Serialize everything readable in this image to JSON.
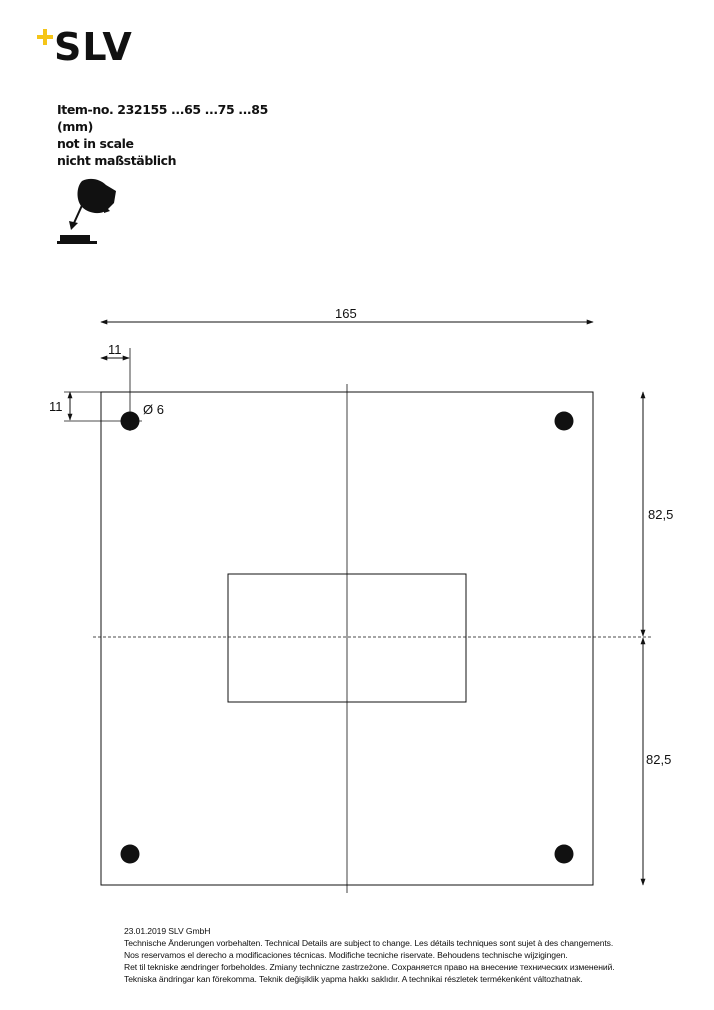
{
  "brand": {
    "name": "SLV",
    "accent_color": "#f5c518",
    "logo_icon": "plus-sparkle-icon"
  },
  "header": {
    "item_no": "Item-no. 232155 ...65 ...75 ...85",
    "units": "(mm)",
    "scale_en": "not in scale",
    "scale_de": "nicht maßstäblich"
  },
  "icon": {
    "name": "ceiling-lamp-mounting-icon"
  },
  "dimensions": {
    "width": "165",
    "hole_offset_x": "11",
    "hole_offset_y": "11",
    "hole_diameter": "Ø 6",
    "half_height_top": "82,5",
    "half_height_bottom": "82,5"
  },
  "footer": {
    "date_company": "23.01.2019   SLV GmbH",
    "lines": [
      "Technische Änderungen vorbehalten. Technical Details are subject to change. Les détails techniques sont sujet à des changements.",
      "Nos reservamos el derecho a modificaciones técnicas. Modifiche tecniche riservate. Behoudens technische wijzigingen.",
      "Ret til tekniske ændringer forbeholdes. Zmiany techniczne zastrzeżone. Сохраняется право на внесение технических изменений.",
      "Tekniska ändringar kan förekomma. Teknik değişiklik yapma hakkı saklıdır. A technikai részletek termékenként változhatnak."
    ]
  }
}
